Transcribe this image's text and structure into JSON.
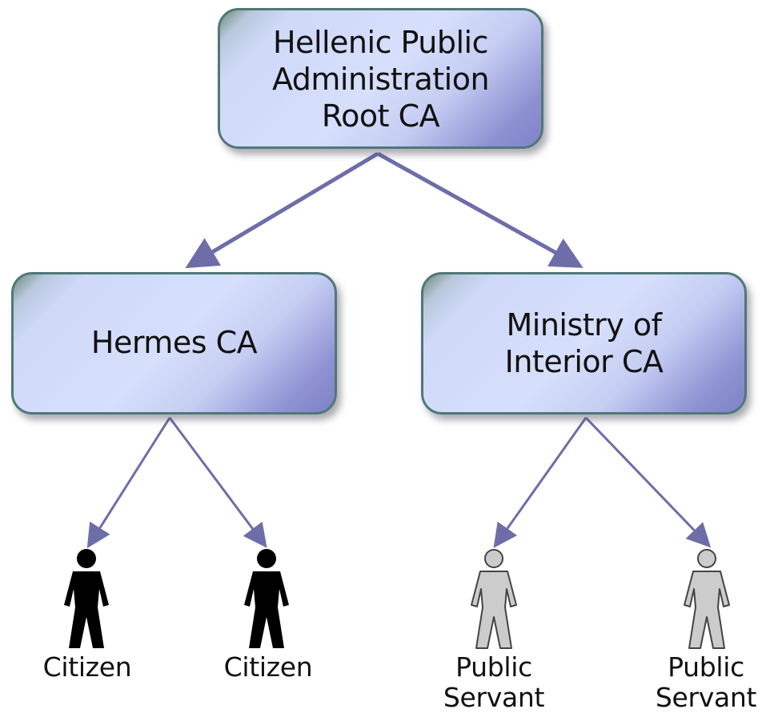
{
  "nodes": {
    "root": {
      "line1": "Hellenic Public",
      "line2": "Administration",
      "line3": "Root CA"
    },
    "hermes": {
      "label": "Hermes CA"
    },
    "ministry": {
      "line1": "Ministry of",
      "line2": "Interior CA"
    }
  },
  "leaves": [
    {
      "label": "Citizen",
      "color": "#000000"
    },
    {
      "label": "Citizen",
      "color": "#000000"
    },
    {
      "line1": "Public",
      "line2": "Servant",
      "color": "#cccccc"
    },
    {
      "line1": "Public",
      "line2": "Servant",
      "color": "#cccccc"
    }
  ],
  "colors": {
    "connector": "#6d6ea8",
    "node_border": "#4f7878"
  },
  "icons": {
    "citizen": "person-icon",
    "public_servant": "person-outline-icon"
  }
}
